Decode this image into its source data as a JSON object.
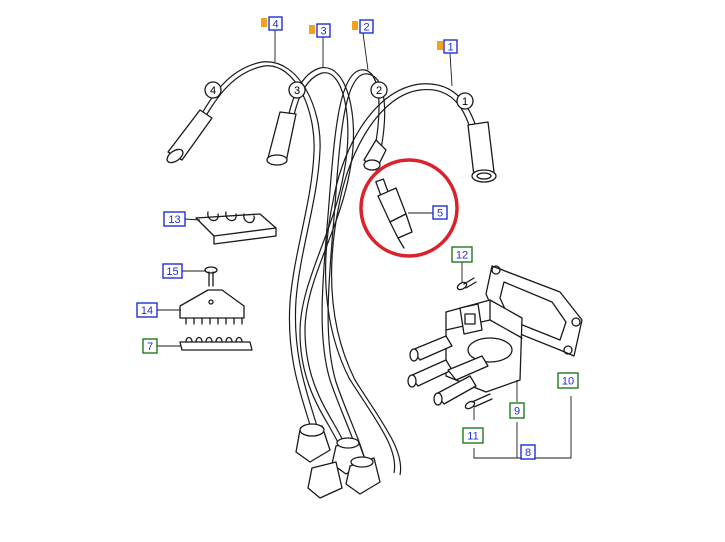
{
  "colors": {
    "blue_callout": "#1f2fd6",
    "green_callout": "#1e7a1e",
    "marker_orange": "#f3a21b",
    "highlight_red": "#d9222a",
    "line": "#1a1a1a"
  },
  "callouts": [
    {
      "id": "c1",
      "text": "1"
    },
    {
      "id": "c2",
      "text": "2"
    },
    {
      "id": "c3",
      "text": "3"
    },
    {
      "id": "c4",
      "text": "4"
    },
    {
      "id": "c5",
      "text": "5"
    },
    {
      "id": "c7",
      "text": "7"
    },
    {
      "id": "c8",
      "text": "8"
    },
    {
      "id": "c9",
      "text": "9"
    },
    {
      "id": "c10",
      "text": "10"
    },
    {
      "id": "c11",
      "text": "11"
    },
    {
      "id": "c12",
      "text": "12"
    },
    {
      "id": "c13",
      "text": "13"
    },
    {
      "id": "c14",
      "text": "14"
    },
    {
      "id": "c15",
      "text": "15"
    }
  ],
  "cylinder_tags": [
    "1",
    "2",
    "3",
    "4"
  ]
}
